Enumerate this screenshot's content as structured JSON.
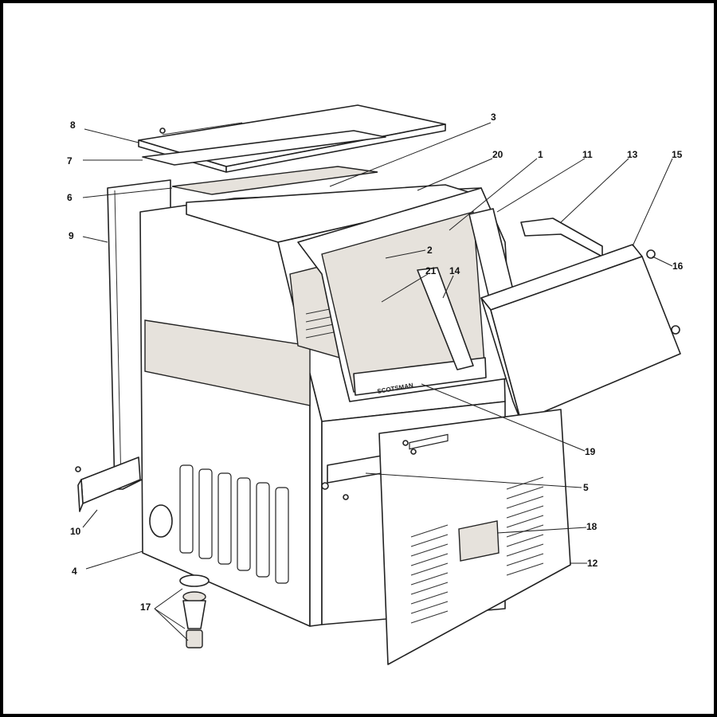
{
  "diagram": {
    "brand_logo": "SCOTSMAN",
    "callouts": [
      {
        "id": "8",
        "label": "8"
      },
      {
        "id": "3",
        "label": "3"
      },
      {
        "id": "7",
        "label": "7"
      },
      {
        "id": "20",
        "label": "20"
      },
      {
        "id": "1",
        "label": "1"
      },
      {
        "id": "11",
        "label": "11"
      },
      {
        "id": "13",
        "label": "13"
      },
      {
        "id": "15",
        "label": "15"
      },
      {
        "id": "6",
        "label": "6"
      },
      {
        "id": "9",
        "label": "9"
      },
      {
        "id": "2",
        "label": "2"
      },
      {
        "id": "21",
        "label": "21"
      },
      {
        "id": "14",
        "label": "14"
      },
      {
        "id": "16",
        "label": "16"
      },
      {
        "id": "19",
        "label": "19"
      },
      {
        "id": "5",
        "label": "5"
      },
      {
        "id": "18",
        "label": "18"
      },
      {
        "id": "10",
        "label": "10"
      },
      {
        "id": "4",
        "label": "4"
      },
      {
        "id": "12",
        "label": "12"
      },
      {
        "id": "17",
        "label": "17"
      }
    ]
  }
}
